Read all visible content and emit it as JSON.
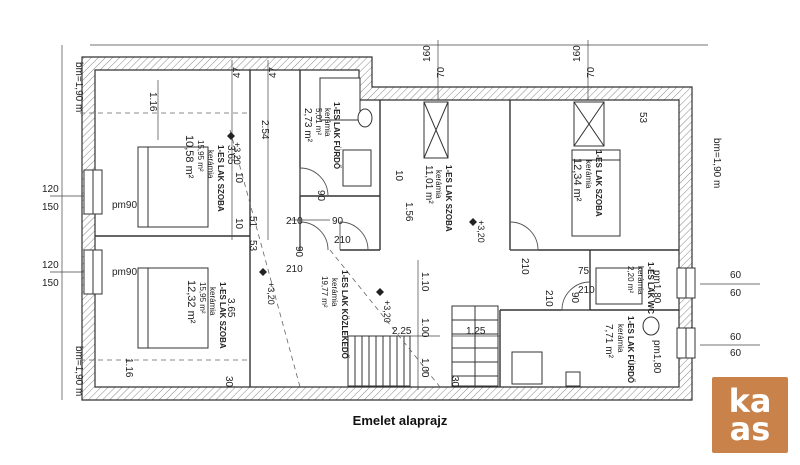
{
  "caption": "Emelet alaprajz",
  "logo_text": "kaas",
  "colors": {
    "logo_bg": "#c8824a",
    "wall": "#333333",
    "hatch": "#888888"
  },
  "rooms": [
    {
      "name": "1-ES LAK SZOBA",
      "floor": "kerámia",
      "area": "10,58 m²",
      "area2": "15,95 m²"
    },
    {
      "name": "1-ES LAK FÜRDŐ",
      "floor": "kerámia",
      "area": "5,01 m²",
      "area2": "2,73 m²"
    },
    {
      "name": "1-ES LAK SZOBA",
      "floor": "kerámia",
      "area": "11,01 m²"
    },
    {
      "name": "1-ES LAK SZOBA",
      "floor": "kerámia",
      "area": "12,34 m²"
    },
    {
      "name": "1-ES LAK SZOBA",
      "floor": "kerámia",
      "area": "12,32 m²",
      "area2": "15,95 m²"
    },
    {
      "name": "1-ES LAK KÖZLEKEDŐ",
      "floor": "kerámia",
      "area": "19,77 m²"
    },
    {
      "name": "1-ES LAK WC",
      "floor": "kerámia",
      "area": "2,20 m²"
    },
    {
      "name": "1-ES LAK FÜRDŐ",
      "floor": "kerámia",
      "area": "7,71 m²"
    }
  ],
  "labels": {
    "bm_tl": "bm=1,90 m",
    "bm_bl": "bm=1,90 m",
    "bm_r": "bm=1,90 m",
    "pm1": "pm90",
    "pm2": "pm90",
    "pm3": "pm1,80",
    "pm4": "pm1,80",
    "lvl1": "+3,20",
    "lvl2": "+3,20",
    "lvl3": "+3,20",
    "lvl4": "+3,20"
  },
  "dimensions": {
    "d160a": "160",
    "d70a": "70",
    "d160b": "160",
    "d70b": "70",
    "d47a": "47",
    "d47b": "47",
    "d116a": "1.16",
    "d254": "2.54",
    "d53": "53",
    "d365a": "3.65",
    "d365b": "3.65",
    "d10a": "10",
    "d10b": "10",
    "d10c": "10",
    "d210a": "210",
    "d210b": "210",
    "d210c": "210",
    "d210d": "210",
    "d210e": "210",
    "d210f": "210",
    "d90a": "90",
    "d90b": "90",
    "d90c": "90",
    "d90d": "90",
    "d51": "51",
    "d53b": "53",
    "d156": "1.56",
    "d110": "1.10",
    "d225": "2.25",
    "d100a": "1.00",
    "d125": "1.25",
    "d100b": "1.00",
    "d75": "75",
    "d116b": "1.16",
    "d30a": "30",
    "d30b": "30",
    "d120a": "120",
    "d150a": "150",
    "d120b": "120",
    "d150b": "150",
    "d60a": "60",
    "d60b": "60",
    "d60c": "60",
    "d60d": "60"
  }
}
